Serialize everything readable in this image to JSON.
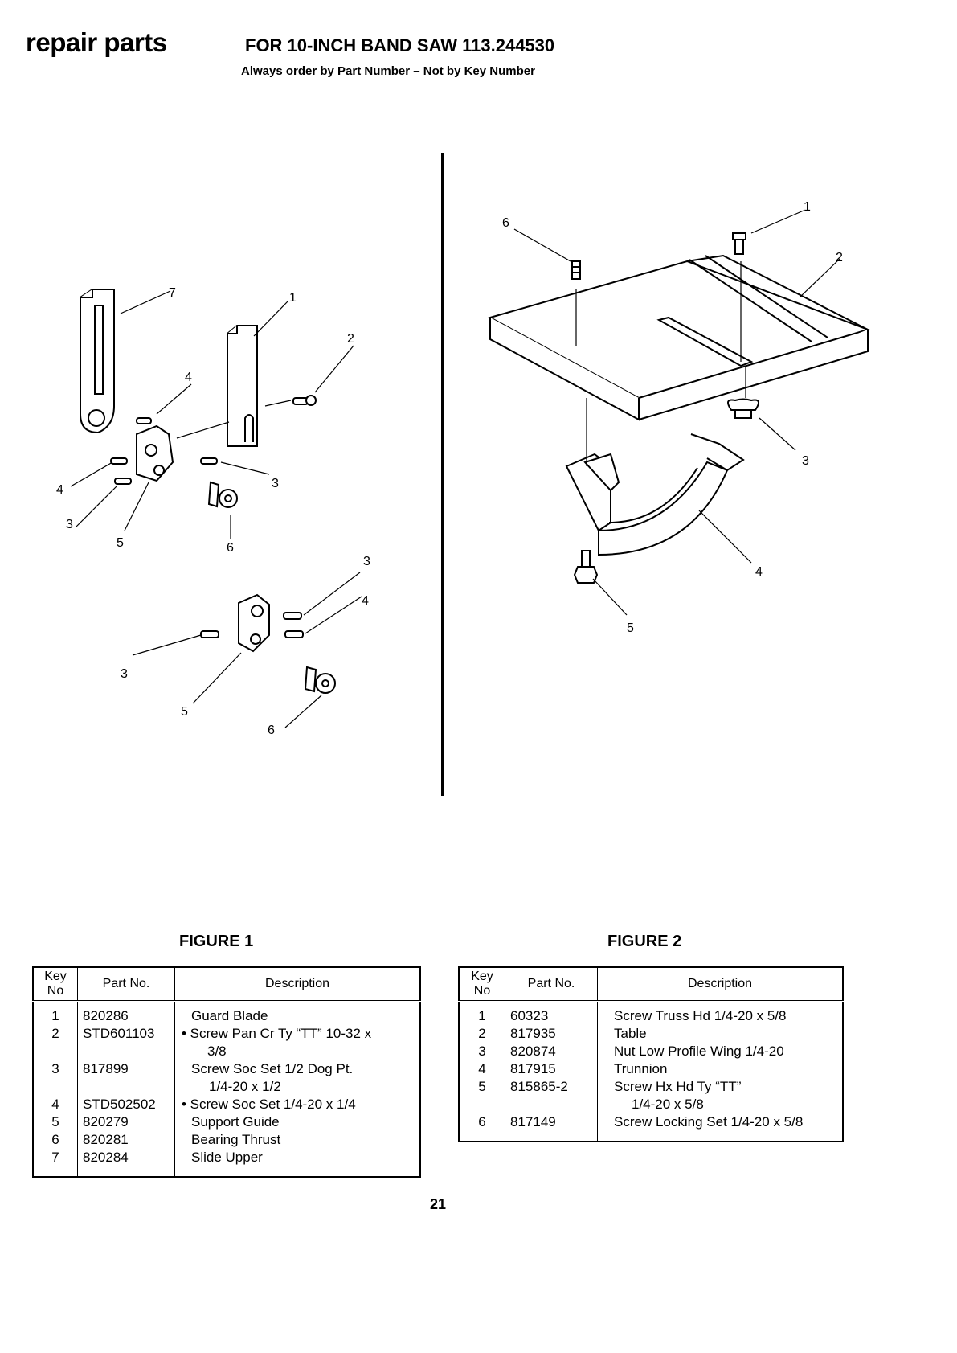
{
  "header": {
    "title": "repair parts",
    "subtitle": "FOR 10-INCH BAND SAW 113.244530",
    "note": "Always order by Part Number – Not by Key Number"
  },
  "figure1": {
    "caption": "FIGURE 1",
    "callouts": [
      "7",
      "1",
      "2",
      "4",
      "3",
      "4",
      "3",
      "5",
      "6",
      "3",
      "4",
      "3",
      "5",
      "6"
    ]
  },
  "figure2": {
    "caption": "FIGURE 2",
    "callouts": [
      "1",
      "6",
      "2",
      "3",
      "4",
      "5"
    ]
  },
  "table1": {
    "headers": {
      "key": "Key No",
      "part": "Part No.",
      "desc": "Description"
    },
    "rows": [
      {
        "key": "1",
        "part": "820286",
        "desc": "Guard Blade",
        "desc2": ""
      },
      {
        "key": "2",
        "part": "STD601103",
        "desc": "• Screw Pan Cr Ty “TT” 10-32 x",
        "desc2": "3/8"
      },
      {
        "key": "3",
        "part": "817899",
        "desc": "Screw Soc Set 1/2 Dog Pt.",
        "desc2": "1/4-20 x 1/2"
      },
      {
        "key": "4",
        "part": "STD502502",
        "desc": "• Screw Soc Set 1/4-20 x 1/4",
        "desc2": ""
      },
      {
        "key": "5",
        "part": "820279",
        "desc": "Support Guide",
        "desc2": ""
      },
      {
        "key": "6",
        "part": "820281",
        "desc": "Bearing Thrust",
        "desc2": ""
      },
      {
        "key": "7",
        "part": "820284",
        "desc": "Slide Upper",
        "desc2": ""
      }
    ]
  },
  "table2": {
    "headers": {
      "key": "Key No",
      "part": "Part No.",
      "desc": "Description"
    },
    "rows": [
      {
        "key": "1",
        "part": "60323",
        "desc": "Screw Truss Hd 1/4-20 x 5/8",
        "desc2": ""
      },
      {
        "key": "2",
        "part": "817935",
        "desc": "Table",
        "desc2": ""
      },
      {
        "key": "3",
        "part": "820874",
        "desc": "Nut Low Profile Wing 1/4-20",
        "desc2": ""
      },
      {
        "key": "4",
        "part": "817915",
        "desc": "Trunnion",
        "desc2": ""
      },
      {
        "key": "5",
        "part": "815865-2",
        "desc": "Screw Hx Hd Ty “TT”",
        "desc2": "1/4-20 x 5/8"
      },
      {
        "key": "6",
        "part": "817149",
        "desc": "Screw Locking Set 1/4-20 x 5/8",
        "desc2": ""
      }
    ]
  },
  "page_number": "21"
}
